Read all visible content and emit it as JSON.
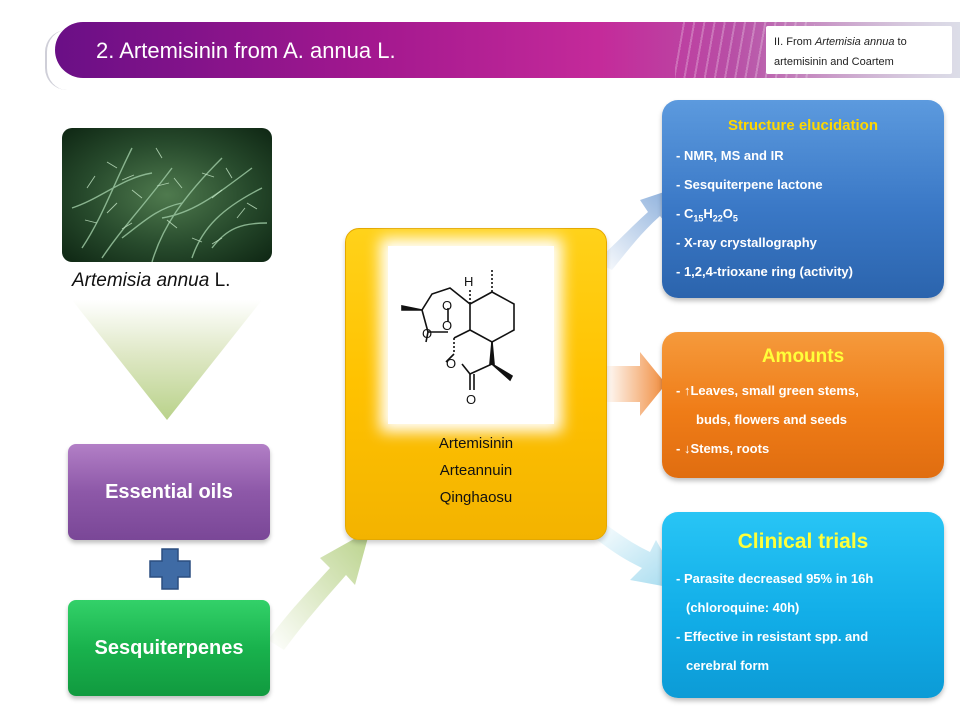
{
  "header": {
    "title": "2. Artemisinin from A. annua L.",
    "section_prefix": "II. From ",
    "section_italic": "Artemisia annua",
    "section_suffix": " to",
    "section_line2": "artemisinin and Coartem"
  },
  "plant": {
    "caption_italic": "Artemisia annua",
    "caption_rest": " L."
  },
  "left_boxes": {
    "oils": "Essential oils",
    "sesq": "Sesquiterpenes"
  },
  "center": {
    "structure_labels": {
      "h": "H",
      "o1": "O",
      "o2": "O",
      "o3": "O",
      "o4": "O",
      "o5": "O"
    },
    "names": [
      "Artemisinin",
      "Arteannuin",
      "Qinghaosu"
    ]
  },
  "panels": {
    "structure": {
      "title": "Structure elucidation",
      "items": [
        "- NMR, MS and IR",
        "- Sesquiterpene lactone",
        "- C",
        "- X-ray crystallography",
        "- 1,2,4-trioxane ring (activity)"
      ],
      "formula": {
        "c_sub": "15",
        "h": "H",
        "h_sub": "22",
        "o": "O",
        "o_sub": "5"
      }
    },
    "amounts": {
      "title": "Amounts",
      "items": [
        "- ↑Leaves, small green stems,",
        "buds, flowers and seeds",
        "- ↓Stems, roots"
      ]
    },
    "clinical": {
      "title": "Clinical trials",
      "items": [
        "- Parasite decreased 95% in 16h",
        "(chloroquine: 40h)",
        "- Effective in resistant spp. and",
        "cerebral form"
      ]
    }
  },
  "colors": {
    "header_purple": "#a3188f",
    "oils_purple": "#8d58a8",
    "sesq_green": "#19b24d",
    "center_yellow": "#ffc200",
    "structure_blue": "#3a78c6",
    "amounts_orange": "#ef7c17",
    "clinical_cyan": "#12aee8",
    "plus_blue": "#3f6ba5"
  }
}
